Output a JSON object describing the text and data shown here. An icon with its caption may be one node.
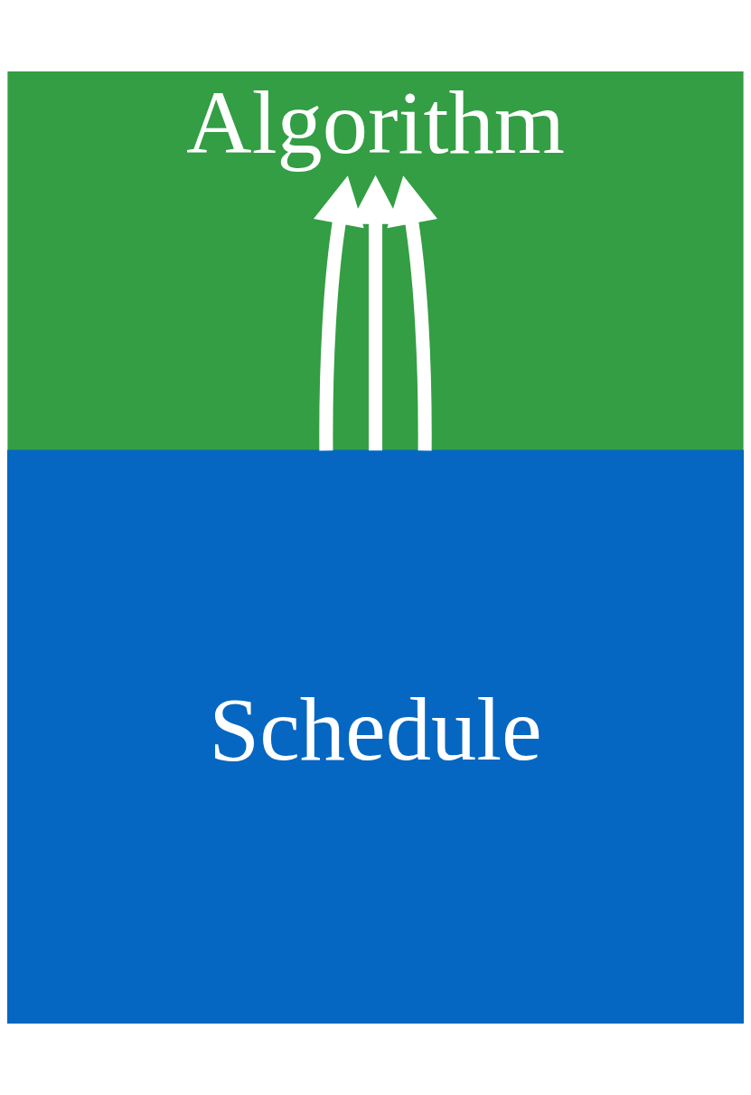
{
  "diagram": {
    "nodes": [
      {
        "text": [
          "Algorithm"
        ]
      },
      {
        "text": [
          "Schedule"
        ]
      }
    ],
    "edges": [
      {
        "from": 1,
        "to": 0,
        "arrow": "to"
      },
      {
        "from": 1,
        "to": 0,
        "arrow": "to"
      },
      {
        "from": 1,
        "to": 0,
        "arrow": "to"
      }
    ]
  }
}
